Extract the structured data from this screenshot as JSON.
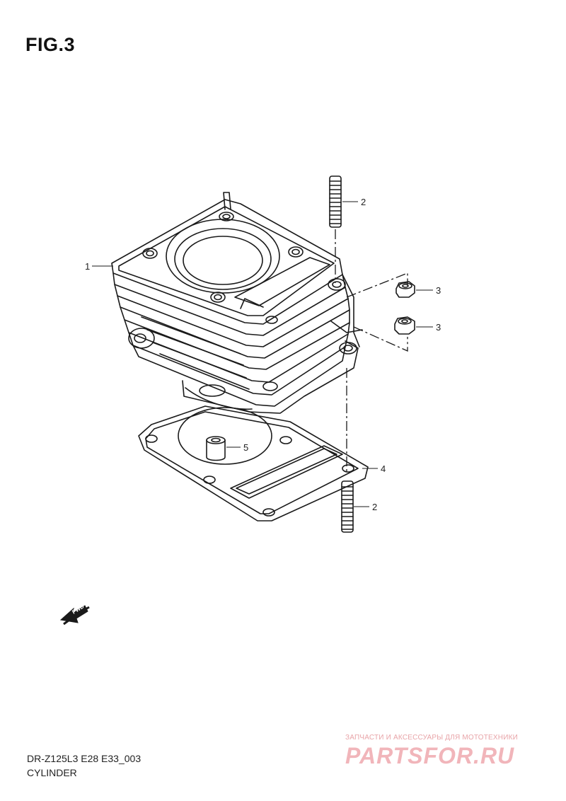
{
  "figure": {
    "title": "FIG.3",
    "model_code": "DR-Z125L3 E28 E33_003",
    "part_name": "CYLINDER"
  },
  "callouts": {
    "cylinder": "1",
    "stud_top": "2",
    "nut_a": "3",
    "nut_b": "3",
    "gasket": "4",
    "dowel_pin": "5",
    "stud_bottom": "2"
  },
  "fwd_label": "FWD",
  "watermark": {
    "tagline": "ЗАПЧАСТИ И АКСЕССУАРЫ ДЛЯ МОТОТЕХНИКИ",
    "brand": "PARTSFOR.RU"
  }
}
